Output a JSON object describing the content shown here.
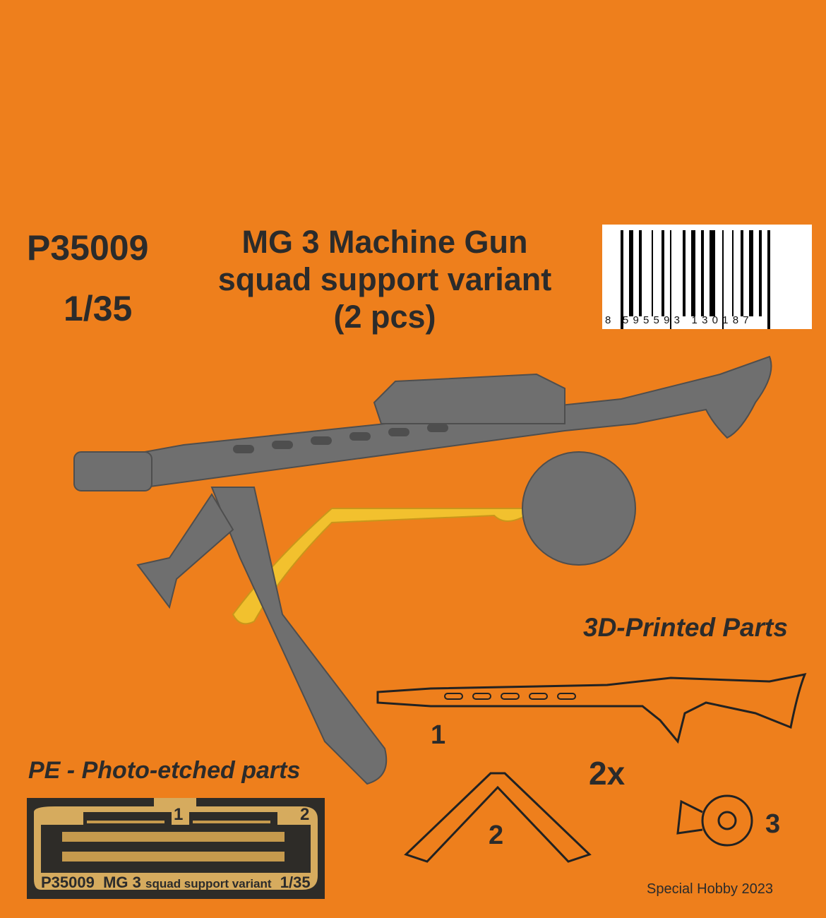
{
  "product": {
    "code": "P35009",
    "scale": "1/35",
    "title_lines": [
      "MG 3 Machine Gun",
      "squad support variant",
      "(2 pcs)"
    ]
  },
  "barcode": {
    "digits": "8 595593 130187"
  },
  "sections": {
    "printed": "3D-Printed Parts",
    "pe": "PE - Photo-etched parts"
  },
  "parts": {
    "part1": "1",
    "part2": "2",
    "part3": "3",
    "quantity": "2x"
  },
  "fret": {
    "num1": "1",
    "num2": "2",
    "code": "P35009",
    "name": "MG 3",
    "variant": "squad support variant",
    "scale": "1/35"
  },
  "footer": {
    "copyright": "Special Hobby 2023"
  },
  "colors": {
    "background": "#ee7f1c",
    "gun": "#6e6e6e",
    "brass": "#f2c12e",
    "fret": "#d6ab5e"
  }
}
